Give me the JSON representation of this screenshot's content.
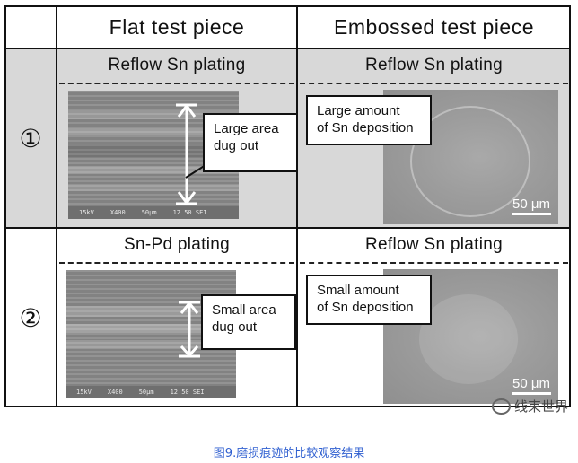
{
  "header": {
    "col1": "Flat test piece",
    "col2": "Embossed test piece"
  },
  "rows": [
    {
      "marker": "①",
      "flat": {
        "title": "Reflow Sn plating",
        "callout": [
          "Large area",
          "dug out"
        ],
        "sem_footer": [
          "15kV",
          "X400",
          "50µm",
          "12 50 SEI"
        ]
      },
      "embossed": {
        "title": "Reflow Sn plating",
        "callout": [
          "Large amount",
          "of Sn deposition"
        ],
        "scale": "50 μm"
      }
    },
    {
      "marker": "②",
      "flat": {
        "title": "Sn-Pd plating",
        "callout": [
          "Small area",
          "dug out"
        ],
        "sem_footer": [
          "15kV",
          "X400",
          "50µm",
          "12 50 SEI"
        ]
      },
      "embossed": {
        "title": "Reflow Sn plating",
        "callout": [
          "Small amount",
          "of Sn deposition"
        ],
        "scale": "50 μm"
      }
    }
  ],
  "caption": "图9.磨损痕迹的比较观察结果",
  "watermark": "线束世界",
  "colors": {
    "caption": "#2f5fd0",
    "cell_gray": "#d8d8d8",
    "border": "#111111"
  },
  "icons": {
    "arrow": "double-headed-vertical-arrow",
    "watermark": "chat-bubble-icon"
  }
}
